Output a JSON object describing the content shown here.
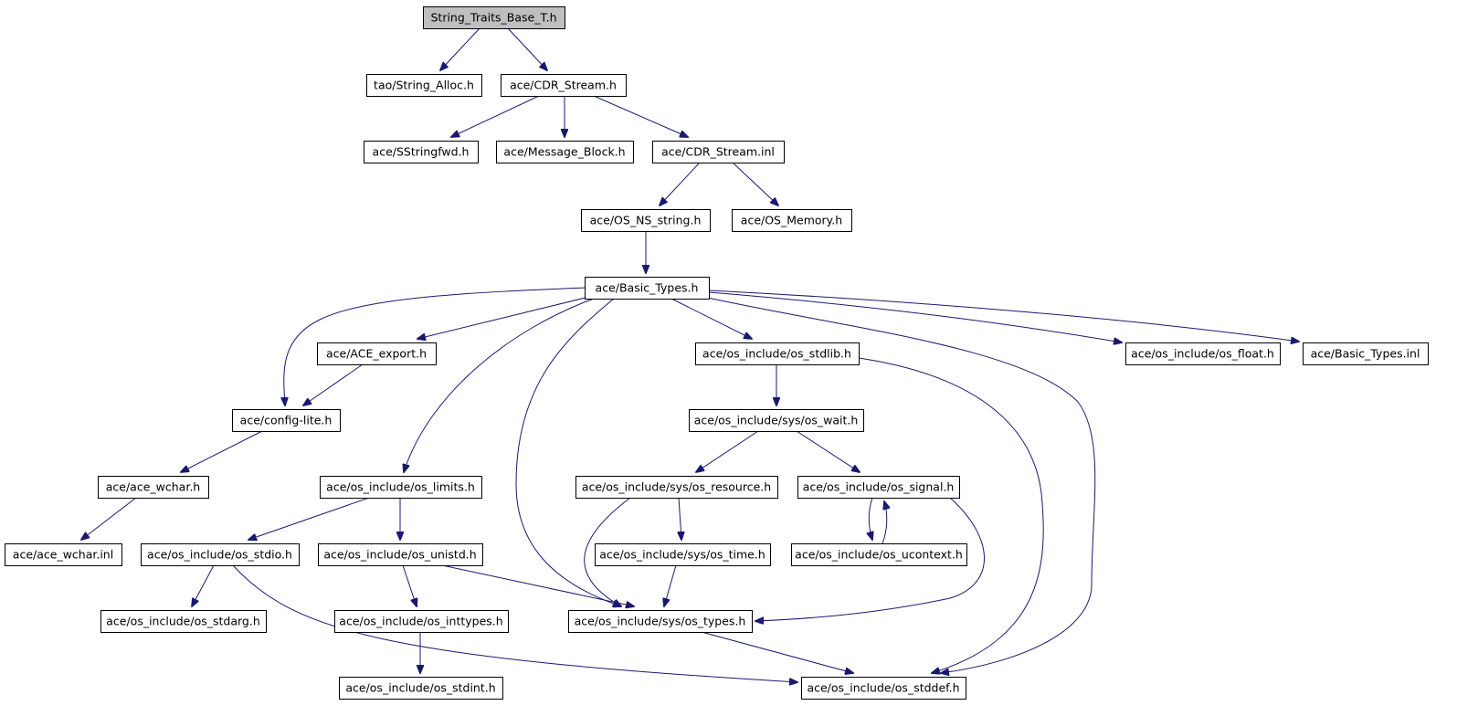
{
  "diagram": {
    "type": "include-dependency-graph",
    "nodes": [
      {
        "id": "root",
        "label": "String_Traits_Base_T.h",
        "highlight": true
      },
      {
        "id": "string_alloc",
        "label": "tao/String_Alloc.h"
      },
      {
        "id": "cdr_stream",
        "label": "ace/CDR_Stream.h"
      },
      {
        "id": "sstringfwd",
        "label": "ace/SStringfwd.h"
      },
      {
        "id": "message_block",
        "label": "ace/Message_Block.h"
      },
      {
        "id": "cdr_stream_inl",
        "label": "ace/CDR_Stream.inl"
      },
      {
        "id": "os_ns_string",
        "label": "ace/OS_NS_string.h"
      },
      {
        "id": "os_memory",
        "label": "ace/OS_Memory.h"
      },
      {
        "id": "basic_types",
        "label": "ace/Basic_Types.h"
      },
      {
        "id": "ace_export",
        "label": "ace/ACE_export.h"
      },
      {
        "id": "os_stdlib",
        "label": "ace/os_include/os_stdlib.h"
      },
      {
        "id": "os_float",
        "label": "ace/os_include/os_float.h"
      },
      {
        "id": "basic_types_inl",
        "label": "ace/Basic_Types.inl"
      },
      {
        "id": "config_lite",
        "label": "ace/config-lite.h"
      },
      {
        "id": "sys_os_wait",
        "label": "ace/os_include/sys/os_wait.h"
      },
      {
        "id": "ace_wchar",
        "label": "ace/ace_wchar.h"
      },
      {
        "id": "os_limits",
        "label": "ace/os_include/os_limits.h"
      },
      {
        "id": "sys_os_resource",
        "label": "ace/os_include/sys/os_resource.h"
      },
      {
        "id": "os_signal",
        "label": "ace/os_include/os_signal.h"
      },
      {
        "id": "ace_wchar_inl",
        "label": "ace/ace_wchar.inl"
      },
      {
        "id": "os_stdio",
        "label": "ace/os_include/os_stdio.h"
      },
      {
        "id": "os_unistd",
        "label": "ace/os_include/os_unistd.h"
      },
      {
        "id": "sys_os_time",
        "label": "ace/os_include/sys/os_time.h"
      },
      {
        "id": "os_ucontext",
        "label": "ace/os_include/os_ucontext.h"
      },
      {
        "id": "os_stdarg",
        "label": "ace/os_include/os_stdarg.h"
      },
      {
        "id": "os_inttypes",
        "label": "ace/os_include/os_inttypes.h"
      },
      {
        "id": "sys_os_types",
        "label": "ace/os_include/sys/os_types.h"
      },
      {
        "id": "os_stdint",
        "label": "ace/os_include/os_stdint.h"
      },
      {
        "id": "os_stddef",
        "label": "ace/os_include/os_stddef.h"
      }
    ],
    "edges": [
      [
        "root",
        "string_alloc"
      ],
      [
        "root",
        "cdr_stream"
      ],
      [
        "cdr_stream",
        "sstringfwd"
      ],
      [
        "cdr_stream",
        "message_block"
      ],
      [
        "cdr_stream",
        "cdr_stream_inl"
      ],
      [
        "cdr_stream_inl",
        "os_ns_string"
      ],
      [
        "cdr_stream_inl",
        "os_memory"
      ],
      [
        "os_ns_string",
        "basic_types"
      ],
      [
        "basic_types",
        "config_lite"
      ],
      [
        "basic_types",
        "ace_export"
      ],
      [
        "basic_types",
        "os_limits"
      ],
      [
        "basic_types",
        "sys_os_types"
      ],
      [
        "basic_types",
        "os_stdlib"
      ],
      [
        "basic_types",
        "os_stddef"
      ],
      [
        "basic_types",
        "os_float"
      ],
      [
        "basic_types",
        "basic_types_inl"
      ],
      [
        "ace_export",
        "config_lite"
      ],
      [
        "config_lite",
        "ace_wchar"
      ],
      [
        "ace_wchar",
        "ace_wchar_inl"
      ],
      [
        "os_stdlib",
        "sys_os_wait"
      ],
      [
        "os_stdlib",
        "os_stddef"
      ],
      [
        "sys_os_wait",
        "sys_os_resource"
      ],
      [
        "sys_os_wait",
        "os_signal"
      ],
      [
        "os_limits",
        "os_stdio"
      ],
      [
        "os_limits",
        "os_unistd"
      ],
      [
        "sys_os_resource",
        "sys_os_time"
      ],
      [
        "sys_os_resource",
        "sys_os_types"
      ],
      [
        "os_signal",
        "os_ucontext"
      ],
      [
        "os_ucontext",
        "os_signal"
      ],
      [
        "os_signal",
        "sys_os_types"
      ],
      [
        "os_stdio",
        "os_stdarg"
      ],
      [
        "os_stdio",
        "os_stddef"
      ],
      [
        "os_unistd",
        "os_inttypes"
      ],
      [
        "os_unistd",
        "sys_os_types"
      ],
      [
        "sys_os_time",
        "sys_os_types"
      ],
      [
        "os_inttypes",
        "os_stdint"
      ],
      [
        "sys_os_types",
        "os_stddef"
      ]
    ],
    "colors": {
      "edge": "#191970",
      "root_fill": "#bfbfbf",
      "node_fill": "#ffffff",
      "node_border": "#000000"
    }
  }
}
